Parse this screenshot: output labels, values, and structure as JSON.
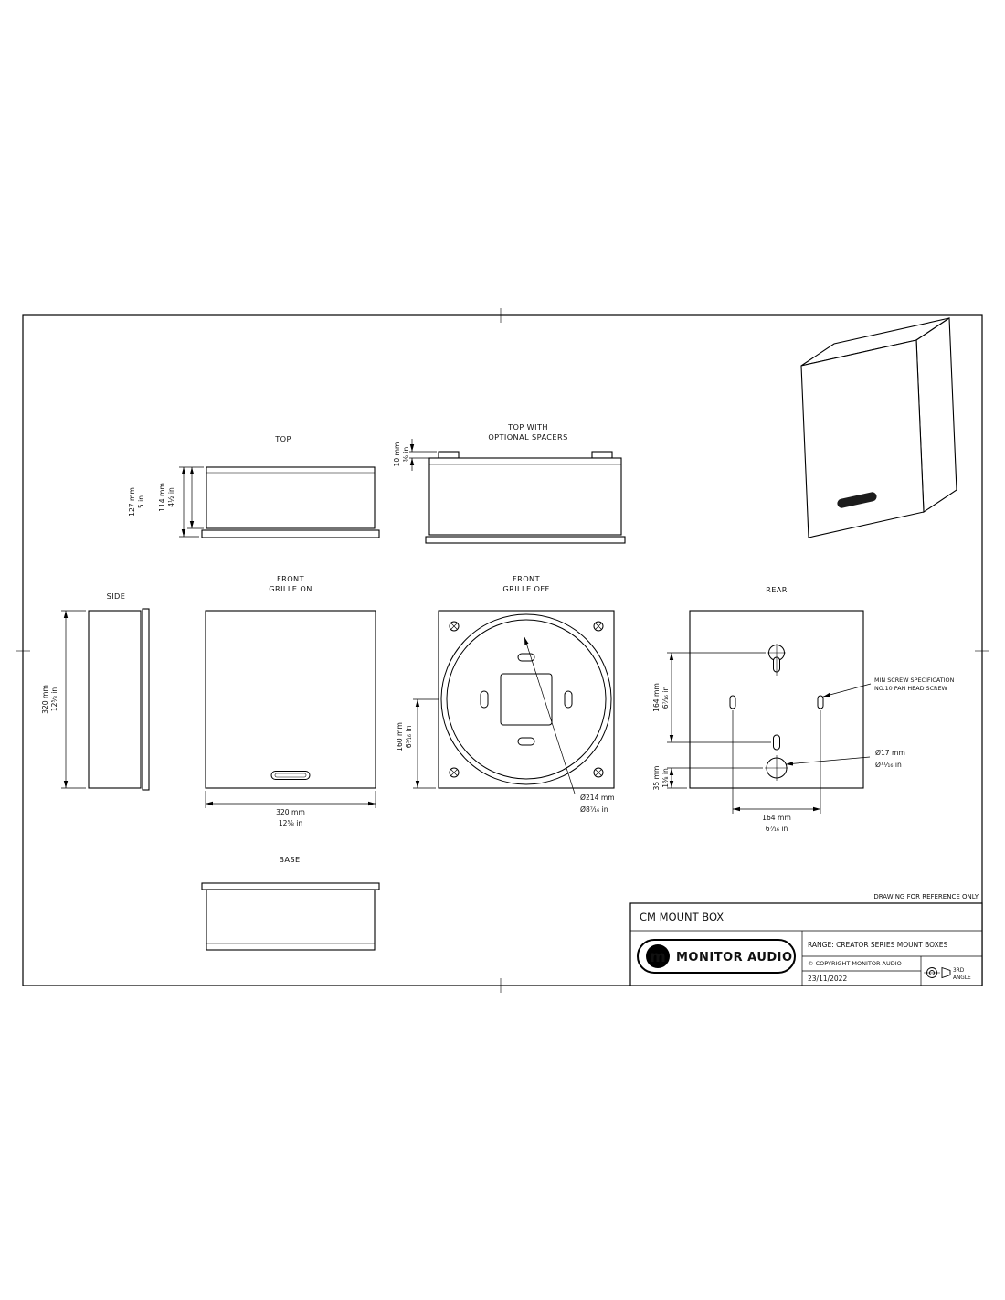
{
  "frame": {
    "reference_note": "DRAWING FOR REFERENCE ONLY"
  },
  "views": {
    "top": {
      "label": "TOP",
      "dim_depth_mm": "127 mm",
      "dim_depth_in": "5 in",
      "dim_body_mm": "114 mm",
      "dim_body_in": "4½ in"
    },
    "top_spacers": {
      "label_line1": "TOP WITH",
      "label_line2": "OPTIONAL SPACERS",
      "dim_spacer_mm": "10 mm",
      "dim_spacer_in": "⅜ in"
    },
    "side": {
      "label": "SIDE",
      "dim_height_mm": "320 mm",
      "dim_height_in": "12⅝ in"
    },
    "front_grille_on": {
      "label_line1": "FRONT",
      "label_line2": "GRILLE ON",
      "dim_width_mm": "320 mm",
      "dim_width_in": "12⅝ in"
    },
    "front_grille_off": {
      "label_line1": "FRONT",
      "label_line2": "GRILLE OFF",
      "dim_center_mm": "160 mm",
      "dim_center_in": "6⁵⁄₁₆ in",
      "dim_dia_mm": "Ø214 mm",
      "dim_dia_in": "Ø8⁷⁄₁₆ in"
    },
    "rear": {
      "label": "REAR",
      "dim_vert_mm": "164 mm",
      "dim_vert_in": "6⁷⁄₁₆ in",
      "dim_offset_mm": "35 mm",
      "dim_offset_in": "1⅜ in",
      "dim_horiz_mm": "164 mm",
      "dim_horiz_in": "6⁷⁄₁₆ in",
      "dim_hole_mm": "Ø17 mm",
      "dim_hole_in": "Ø¹¹⁄₁₆ in",
      "screw_note_line1": "MIN SCREW SPECIFICATION",
      "screw_note_line2": "NO.10 PAN HEAD SCREW"
    },
    "base": {
      "label": "BASE"
    }
  },
  "title_block": {
    "title": "CM MOUNT BOX",
    "brand": "MONITOR AUDIO",
    "brand_mark": "m",
    "range": "RANGE: CREATOR SERIES MOUNT BOXES",
    "copyright": "© COPYRIGHT MONITOR AUDIO",
    "date": "23/11/2022",
    "projection_line1": "3RD",
    "projection_line2": "ANGLE"
  },
  "colors": {
    "line": "#000000",
    "paper": "#ffffff"
  }
}
